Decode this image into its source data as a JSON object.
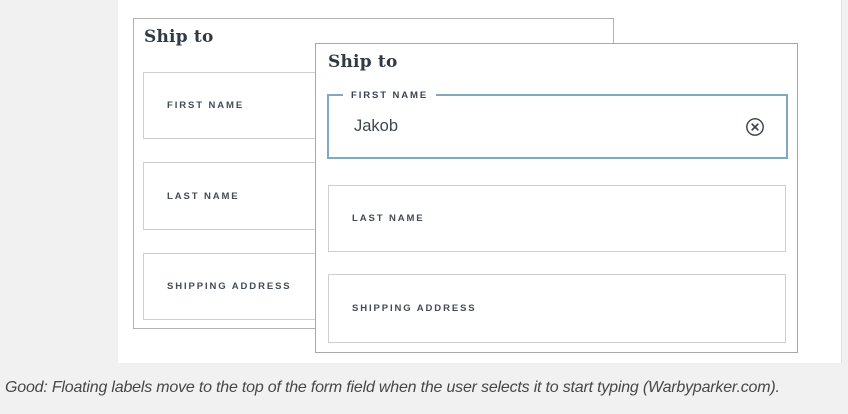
{
  "page": {
    "caption": "Good: Floating labels move to the top of the form field when the user selects it to start typing (Warbyparker.com)."
  },
  "back_panel": {
    "heading": "Ship to",
    "fields": [
      {
        "label": "FIRST NAME"
      },
      {
        "label": "LAST NAME"
      },
      {
        "label": "SHIPPING ADDRESS"
      }
    ]
  },
  "front_panel": {
    "heading": "Ship to",
    "focused_field": {
      "label": "FIRST NAME",
      "value": "Jakob",
      "clear_icon": "circled-x-clear-icon"
    },
    "fields": [
      {
        "label": "LAST NAME"
      },
      {
        "label": "SHIPPING ADDRESS"
      }
    ]
  },
  "colors": {
    "page_background": "#f1f1f2",
    "content_background": "#ffffff",
    "panel_border": "#a8a8a8",
    "field_border": "#cfcfcf",
    "focus_border": "#7ea9be",
    "heading_text": "#2f3a45",
    "label_text": "#414c57",
    "value_text": "#3e4850",
    "caption_text": "#474747"
  }
}
